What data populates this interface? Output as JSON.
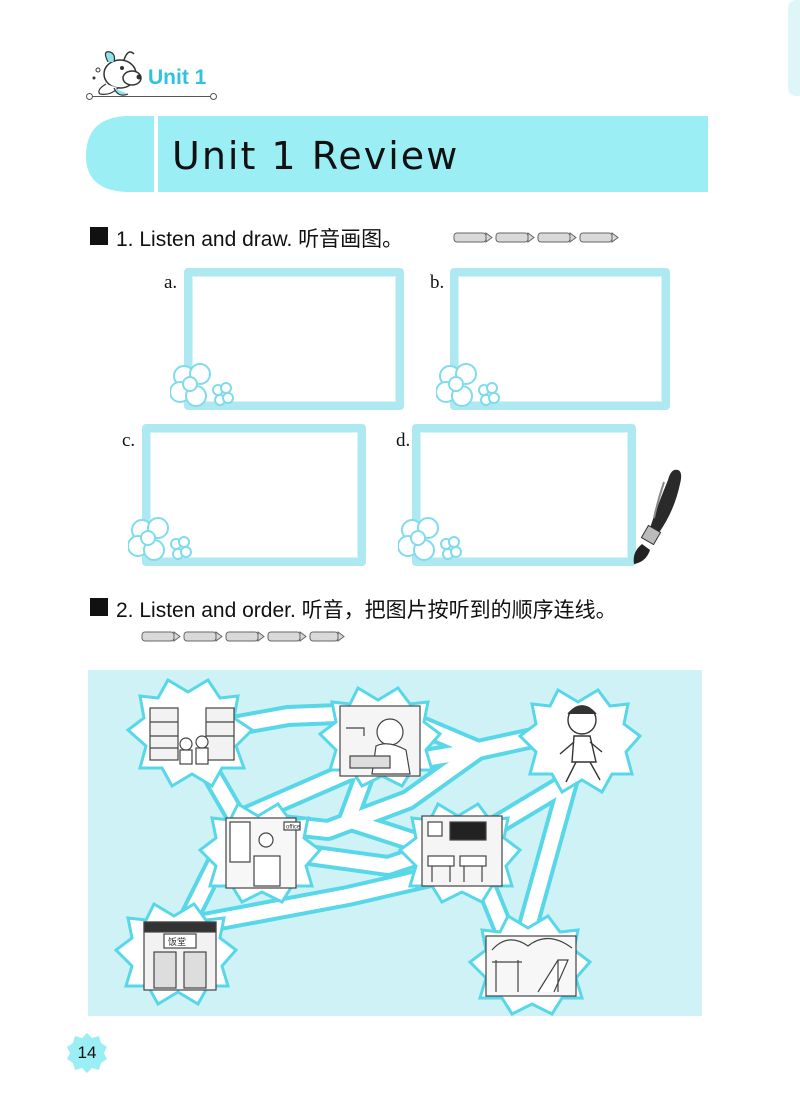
{
  "header": {
    "unit_label": "Unit 1",
    "title": "Unit 1 Review"
  },
  "section1": {
    "heading": "1. Listen and draw. 听音画图。",
    "frames": [
      {
        "label": "a."
      },
      {
        "label": "b."
      },
      {
        "label": "c."
      },
      {
        "label": "d."
      }
    ]
  },
  "section2": {
    "heading": "2. Listen and order. 听音，把图片按听到的顺序连线。",
    "pictures": [
      {
        "subject": "library"
      },
      {
        "subject": "washing hands"
      },
      {
        "subject": "boy walking"
      },
      {
        "subject": "office"
      },
      {
        "subject": "classroom"
      },
      {
        "subject": "canteen"
      },
      {
        "subject": "playground"
      }
    ],
    "sign_texts": {
      "office": "office",
      "canteen": "饭堂"
    }
  },
  "footer": {
    "page_number": "14"
  },
  "colors": {
    "accent": "#9aeef4",
    "frame": "#aee9f2",
    "map_background": "#cff2f6",
    "unit_text": "#2fc3e0"
  }
}
